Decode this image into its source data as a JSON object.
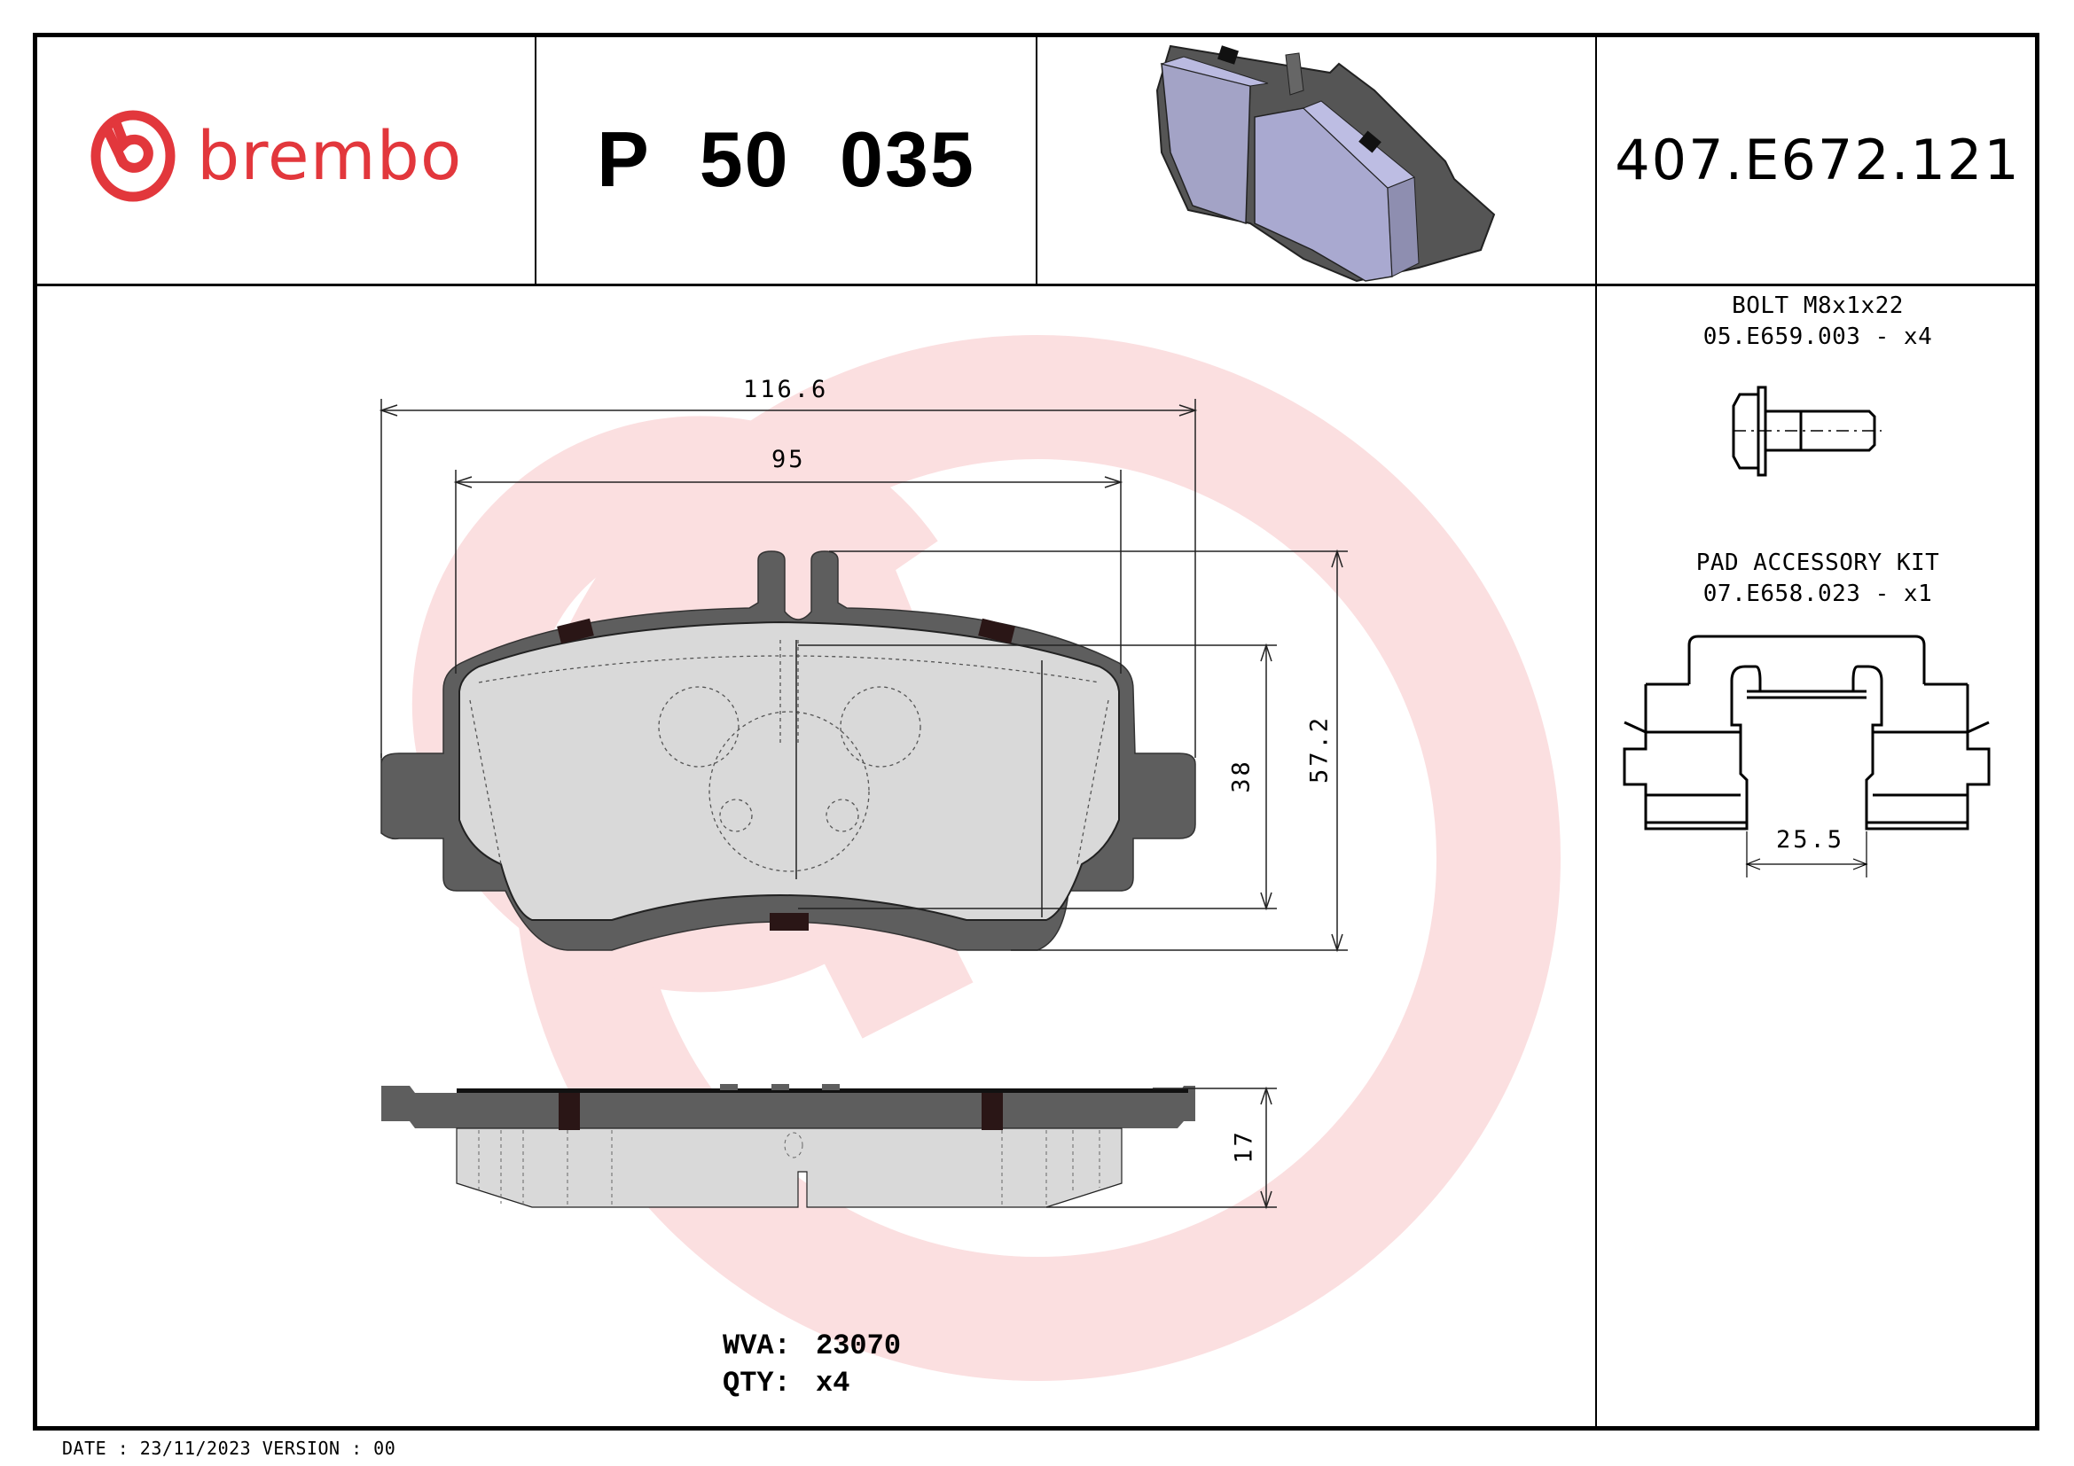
{
  "header": {
    "brand": "brembo",
    "brand_color": "#e2373c",
    "part_number": "P 50 035",
    "reference_number": "407.E672.121",
    "isometric_image": "brake-pad-3d-render"
  },
  "accessories": [
    {
      "name": "BOLT M8x1x22",
      "code": "05.E659.003 - x4",
      "icon": "bolt-icon"
    },
    {
      "name": "PAD ACCESSORY KIT",
      "code": "07.E658.023 - x1",
      "icon": "accessory-kit-icon"
    }
  ],
  "accessory_kit_dimension": "25.5",
  "dimensions": {
    "overall_width": "116.6",
    "friction_width": "95",
    "overall_height": "57.2",
    "friction_height": "38",
    "thickness": "17"
  },
  "specs": {
    "wva_label": "WVA:",
    "wva_value": "23070",
    "qty_label": "QTY:",
    "qty_value": "x4"
  },
  "footer": {
    "text": "DATE : 23/11/2023 VERSION : 00"
  },
  "colors": {
    "backing_plate": "#5e5e5e",
    "friction_material": "#d9d9d9",
    "watermark": "#fbe1e2",
    "shim_clip": "#2a1616",
    "pad_3d": "#a9a9d0"
  }
}
